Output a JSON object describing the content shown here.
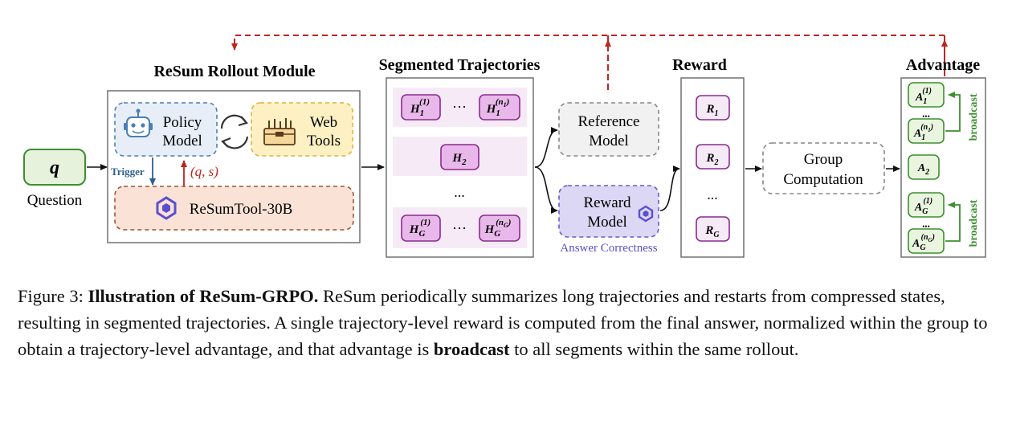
{
  "figure": {
    "question": {
      "symbol": "q",
      "label": "Question"
    },
    "trigger_label": "Trigger",
    "qs_label": "(q, s)",
    "rollout": {
      "title": "ReSum Rollout Module",
      "policy_line1": "Policy",
      "policy_line2": "Model",
      "tools_line1": "Web",
      "tools_line2": "Tools",
      "resumtool": "ReSumTool-30B"
    },
    "segmented": {
      "title": "Segmented Trajectories",
      "rows": [
        {
          "first": {
            "base": "H",
            "sub": "1",
            "sup": "(1)"
          },
          "dots": "···",
          "last": {
            "base": "H",
            "sub": "1",
            "sup": "(n",
            "sup_sub": "1",
            "sup_end": ")"
          }
        },
        {
          "single": {
            "base": "H",
            "sub": "2"
          }
        },
        {
          "ellipsis": "..."
        },
        {
          "first": {
            "base": "H",
            "sub": "G",
            "sup": "(1)"
          },
          "dots": "···",
          "last": {
            "base": "H",
            "sub": "G",
            "sup": "(n",
            "sup_sub": "G",
            "sup_end": ")"
          }
        }
      ]
    },
    "reference_model": {
      "line1": "Reference",
      "line2": "Model"
    },
    "reward_model": {
      "line1": "Reward",
      "line2": "Model",
      "caption": "Answer Correctness"
    },
    "reward": {
      "title": "Reward",
      "items": [
        {
          "base": "R",
          "sub": "1"
        },
        {
          "base": "R",
          "sub": "2"
        },
        {
          "ellipsis": "..."
        },
        {
          "base": "R",
          "sub": "G"
        }
      ]
    },
    "group": {
      "line1": "Group",
      "line2": "Computation"
    },
    "advantage": {
      "title": "Advantage",
      "items": [
        {
          "base": "A",
          "sub": "1",
          "sup": "(1)"
        },
        {
          "dots": "•••"
        },
        {
          "base": "A",
          "sub": "1",
          "sup": "(n",
          "sup_sub": "1",
          "sup_end": ")"
        },
        {
          "base": "A",
          "sub": "2"
        },
        {
          "base": "A",
          "sub": "G",
          "sup": "(1)"
        },
        {
          "dots": "•••"
        },
        {
          "base": "A",
          "sub": "G",
          "sup": "(n",
          "sup_sub": "G",
          "sup_end": ")"
        }
      ],
      "broadcast_label": "broadcast"
    },
    "colors": {
      "question_green": "#3d8f2f",
      "question_fill": "#e6f2dc",
      "policy_blue": "#4a7fb5",
      "policy_fill": "#e8eef8",
      "tools_yellow": "#e0b23a",
      "tools_fill": "#fdf1c4",
      "resum_brown": "#a0522d",
      "resum_fill": "#fae3d6",
      "traj_purple": "#8a2b8f",
      "traj_fill": "#e9b8ea",
      "traj_bg": "#f7eaf7",
      "reward_model_purple": "#6a5acd",
      "reward_model_fill": "#dcd7f4",
      "adv_green": "#3d8f2f",
      "adv_fill": "#eaf5e0",
      "dashed_red": "#c0241f",
      "trigger_blue": "#2e5f8f"
    }
  },
  "caption": {
    "prefix": "Figure 3: ",
    "bold_title": "Illustration of ReSum-GRPO.",
    "text1": " ReSum periodically summarizes long trajectories and restarts from compressed states, resulting in segmented trajectories. A single trajectory-level reward is computed from the final answer, normalized within the group to obtain a trajectory-level advantage, and that advantage is ",
    "bold_word": "broadcast",
    "text2": " to all segments within the same rollout."
  }
}
